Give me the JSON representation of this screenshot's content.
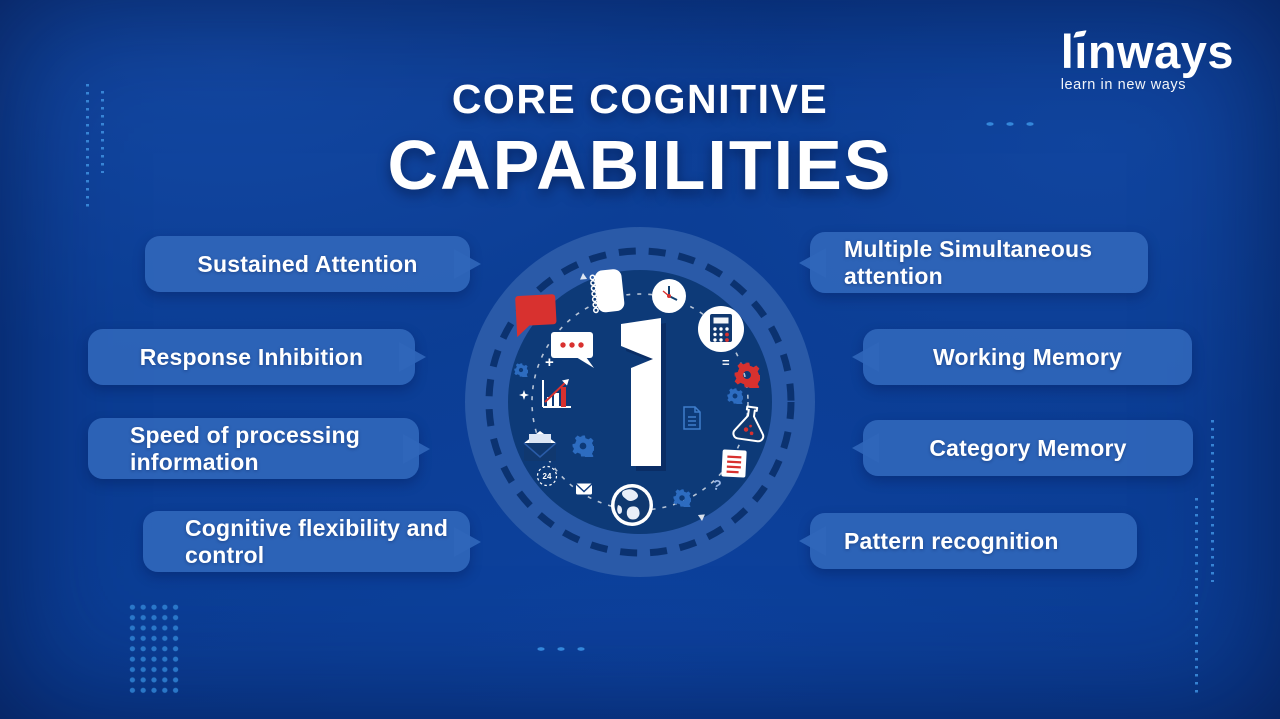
{
  "title": {
    "line1": "CORE COGNITIVE",
    "line2": "CAPABILITIES"
  },
  "logo": {
    "brand": "linways",
    "part1": "l",
    "accent_letter": "ı",
    "part2": "nways",
    "tagline": "learn in new ways"
  },
  "center": {
    "glyph": "i"
  },
  "callouts": {
    "left": [
      {
        "label": "Sustained Attention"
      },
      {
        "label": "Response Inhibition"
      },
      {
        "label": "Speed of processing information"
      },
      {
        "label": "Cognitive flexibility and control"
      }
    ],
    "right": [
      {
        "label": "Multiple Simultaneous attention"
      },
      {
        "label": "Working Memory"
      },
      {
        "label": "Category Memory"
      },
      {
        "label": "Pattern recognition"
      }
    ]
  },
  "glyphs": {
    "twenty_four": "24",
    "question": "?",
    "plus": "+",
    "equals": "="
  },
  "icons": [
    "chat-bubbles-icon",
    "notebook-icon",
    "clock-icon",
    "calculator-icon",
    "gear-icon",
    "flask-icon",
    "document-lines-icon",
    "paper-outline-icon",
    "globe-icon",
    "envelope-icon",
    "open-envelope-icon",
    "24-hours-icon",
    "bar-chart-icon",
    "sparkle-icon",
    "question-mark-icon",
    "plus-icon",
    "equals-icon"
  ],
  "colors": {
    "background": "#0b3d94",
    "panel_blue": "#3066ba",
    "outer_ring": "#2a5aa8",
    "dashed_ring": "#0b3270",
    "inner_disc": "#0d3a78",
    "accent_red": "#d8312f",
    "dot_blue": "#2e7ecf",
    "white": "#ffffff"
  }
}
